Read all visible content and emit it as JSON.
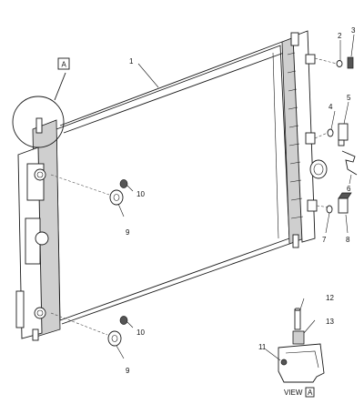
{
  "callouts": {
    "c1": "1",
    "c2": "2",
    "c3": "3",
    "c4": "4",
    "c5": "5",
    "c6": "6",
    "c7": "7",
    "c8": "8",
    "c9a": "9",
    "c10a": "10",
    "c9b": "9",
    "c10b": "10",
    "c11": "11",
    "c12": "12",
    "c13": "13"
  },
  "detail": {
    "box_label": "A",
    "view_text": "VIEW",
    "view_box_label": "A"
  }
}
